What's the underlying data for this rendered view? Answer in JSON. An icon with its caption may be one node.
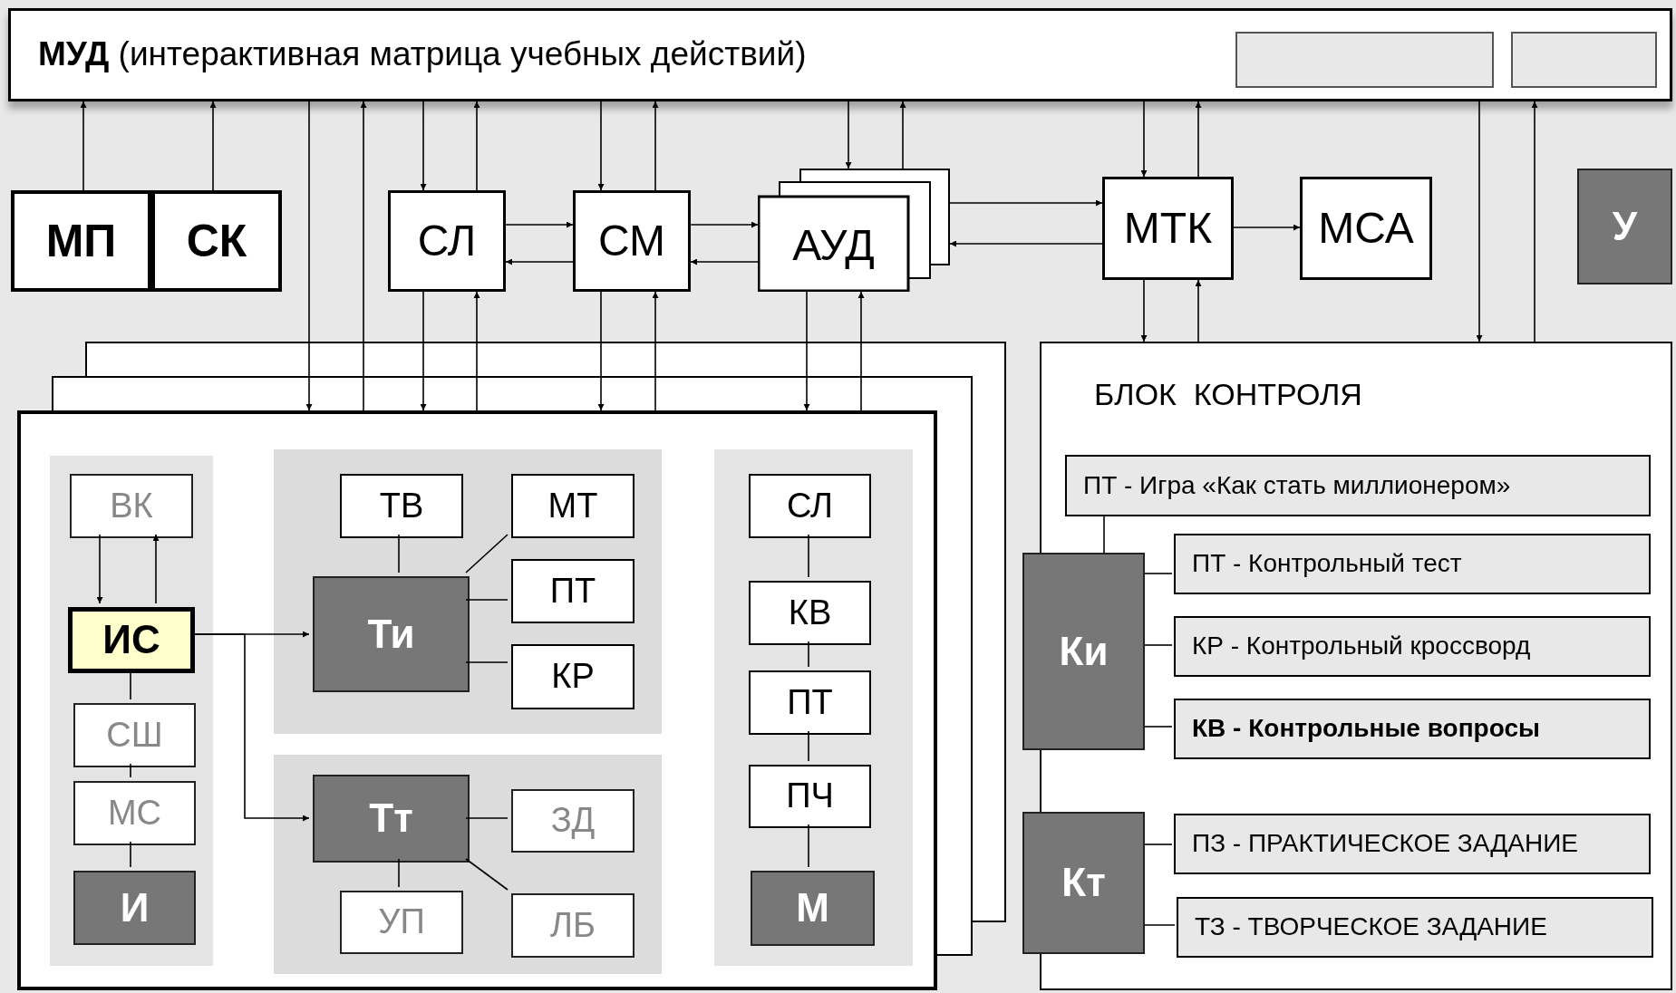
{
  "diagram": {
    "nodes": [
      {
        "text": [
          "**МУД** (интерактивная матрица учебных действий)"
        ]
      },
      {
        "text": [],
        "shape": "box",
        "in": 0
      },
      {
        "text": [],
        "shape": "box",
        "in": 0
      },
      {
        "text": [
          "МП"
        ]
      },
      {
        "text": [
          "СК"
        ]
      },
      {
        "text": [
          "СЛ"
        ]
      },
      {
        "text": [
          "СМ"
        ]
      },
      {
        "text": [
          "АУД"
        ]
      },
      {
        "text": [
          "МТК"
        ]
      },
      {
        "text": [
          "МСА"
        ]
      },
      {
        "text": [
          "У"
        ]
      },
      {
        "text": [],
        "shape": "box"
      },
      {
        "text": [],
        "shape": "box",
        "in": 11
      },
      {
        "text": [
          "ВК"
        ],
        "in": 12
      },
      {
        "text": [
          "ИС"
        ],
        "in": 12
      },
      {
        "text": [
          "СШ"
        ],
        "in": 12
      },
      {
        "text": [
          "МС"
        ],
        "in": 12
      },
      {
        "text": [
          "И"
        ],
        "in": 12
      },
      {
        "text": [],
        "shape": "box",
        "in": 11
      },
      {
        "text": [
          "ТВ"
        ],
        "in": 18
      },
      {
        "text": [
          "МТ"
        ],
        "in": 18
      },
      {
        "text": [
          "Ти"
        ],
        "in": 18
      },
      {
        "text": [
          "ПТ"
        ],
        "in": 18
      },
      {
        "text": [
          "КР"
        ],
        "in": 18
      },
      {
        "text": [],
        "shape": "box",
        "in": 11
      },
      {
        "text": [
          "Тт"
        ],
        "in": 24
      },
      {
        "text": [
          "ЗД"
        ],
        "in": 24
      },
      {
        "text": [
          "УП"
        ],
        "in": 24
      },
      {
        "text": [
          "ЛБ"
        ],
        "in": 24
      },
      {
        "text": [],
        "shape": "box",
        "in": 11
      },
      {
        "text": [
          "СЛ"
        ],
        "in": 29
      },
      {
        "text": [
          "КВ"
        ],
        "in": 29
      },
      {
        "text": [
          "ПТ"
        ],
        "in": 29
      },
      {
        "text": [
          "ПЧ"
        ],
        "in": 29
      },
      {
        "text": [
          "М"
        ],
        "in": 29
      },
      {
        "text": [
          "БЛОК  КОНТРОЛЯ"
        ]
      },
      {
        "text": [
          "ПТ - Игра «Как стать миллионером»"
        ],
        "in": 35
      },
      {
        "text": [
          "Ки"
        ]
      },
      {
        "text": [
          "ПТ - Контрольный тест"
        ],
        "in": 35
      },
      {
        "text": [
          "КР - Контрольный кроссворд"
        ],
        "in": 35
      },
      {
        "text": [
          "КВ - Контрольные вопросы"
        ],
        "in": 35
      },
      {
        "text": [
          "Кт"
        ]
      },
      {
        "text": [
          "ПЗ - ПРАКТИЧЕСКОЕ ЗАДАНИЕ"
        ],
        "in": 35
      },
      {
        "text": [
          "ТЗ - ТВОРЧЕСКОЕ ЗАДАНИЕ"
        ],
        "in": 35
      }
    ],
    "edges": [
      {
        "from": 3,
        "to": 0,
        "arrow": "to"
      },
      {
        "from": 4,
        "to": 0,
        "arrow": "to"
      },
      {
        "from": 0,
        "to": 11,
        "arrow": "to"
      },
      {
        "from": 11,
        "to": 0,
        "arrow": "to"
      },
      {
        "from": 0,
        "to": 5,
        "arrow": "to"
      },
      {
        "from": 5,
        "to": 0,
        "arrow": "to"
      },
      {
        "from": 5,
        "to": 11,
        "arrow": "to"
      },
      {
        "from": 11,
        "to": 5,
        "arrow": "to"
      },
      {
        "from": 0,
        "to": 6,
        "arrow": "to"
      },
      {
        "from": 6,
        "to": 0,
        "arrow": "to"
      },
      {
        "from": 6,
        "to": 11,
        "arrow": "to"
      },
      {
        "from": 11,
        "to": 6,
        "arrow": "to"
      },
      {
        "from": 0,
        "to": 7,
        "arrow": "to"
      },
      {
        "from": 7,
        "to": 0,
        "arrow": "to"
      },
      {
        "from": 7,
        "to": 11,
        "arrow": "to"
      },
      {
        "from": 11,
        "to": 7,
        "arrow": "to"
      },
      {
        "from": 5,
        "to": 6,
        "arrow": "to"
      },
      {
        "from": 6,
        "to": 5,
        "arrow": "to"
      },
      {
        "from": 6,
        "to": 7,
        "arrow": "to"
      },
      {
        "from": 7,
        "to": 6,
        "arrow": "to"
      },
      {
        "from": 7,
        "to": 8,
        "arrow": "to"
      },
      {
        "from": 8,
        "to": 7,
        "arrow": "to"
      },
      {
        "from": 8,
        "to": 9,
        "arrow": "to"
      },
      {
        "from": 0,
        "to": 8,
        "arrow": "to"
      },
      {
        "from": 8,
        "to": 0,
        "arrow": "to"
      },
      {
        "from": 8,
        "to": 35,
        "arrow": "to"
      },
      {
        "from": 35,
        "to": 8,
        "arrow": "to"
      },
      {
        "from": 0,
        "to": 35,
        "arrow": "to"
      },
      {
        "from": 35,
        "to": 0,
        "arrow": "to"
      },
      {
        "from": 13,
        "to": 14,
        "arrow": "to"
      },
      {
        "from": 14,
        "to": 13,
        "arrow": "to"
      },
      {
        "from": 14,
        "to": 21,
        "arrow": "to"
      },
      {
        "from": 14,
        "to": 25,
        "arrow": "to"
      },
      {
        "from": 14,
        "to": 15,
        "arrow": "none"
      },
      {
        "from": 15,
        "to": 16,
        "arrow": "none"
      },
      {
        "from": 16,
        "to": 17,
        "arrow": "none"
      },
      {
        "from": 19,
        "to": 21,
        "arrow": "none"
      },
      {
        "from": 20,
        "to": 21,
        "arrow": "none"
      },
      {
        "from": 22,
        "to": 21,
        "arrow": "none"
      },
      {
        "from": 23,
        "to": 21,
        "arrow": "none"
      },
      {
        "from": 25,
        "to": 26,
        "arrow": "none"
      },
      {
        "from": 25,
        "to": 27,
        "arrow": "none"
      },
      {
        "from": 25,
        "to": 28,
        "arrow": "none"
      },
      {
        "from": 30,
        "to": 31,
        "arrow": "none"
      },
      {
        "from": 31,
        "to": 32,
        "arrow": "none"
      },
      {
        "from": 32,
        "to": 33,
        "arrow": "none"
      },
      {
        "from": 33,
        "to": 34,
        "arrow": "none"
      },
      {
        "from": 36,
        "to": 37,
        "arrow": "none"
      },
      {
        "from": 37,
        "to": 38,
        "arrow": "none"
      },
      {
        "from": 37,
        "to": 39,
        "arrow": "none"
      },
      {
        "from": 37,
        "to": 40,
        "arrow": "none"
      },
      {
        "from": 41,
        "to": 42,
        "arrow": "none"
      },
      {
        "from": 41,
        "to": 43,
        "arrow": "none"
      }
    ]
  }
}
